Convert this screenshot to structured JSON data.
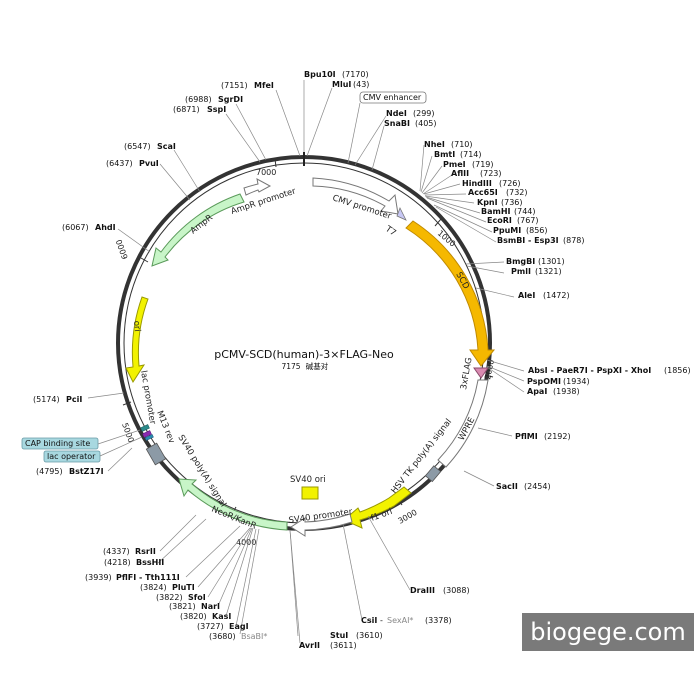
{
  "plasmid": {
    "name": "pCMV-SCD(human)-3×FLAG-Neo",
    "size": "7175",
    "size_unit": "碱基对"
  },
  "ticks": [
    "1000",
    "2000",
    "3000",
    "4000",
    "5000",
    "6000",
    "7000"
  ],
  "features": {
    "cmv_enhancer": "CMV enhancer",
    "cmv_promoter": "CMV promoter",
    "t7": "T7",
    "scd": "SCD",
    "flag": "3xFLAG",
    "wpre": "WPRE",
    "hsv_tk": "HSV TK poly(A) signal",
    "f1_ori": "f1 ori",
    "sv40_promoter": "SV40 promoter",
    "sv40_ori": "SV40 ori",
    "neo": "NeoR/KanR",
    "sv40_polya": "SV40 poly(A) signal",
    "m13_rev": "M13 rev",
    "lac_promoter": "lac promoter",
    "cap_site": "CAP binding site",
    "lac_operator": "lac operator",
    "ori": "ori",
    "ampr": "AmpR",
    "ampr_promoter": "AmpR promoter"
  },
  "sites": {
    "bpu10i": {
      "name": "Bpu10I",
      "pos": "(7170)"
    },
    "mlui": {
      "name": "MluI",
      "pos": "(43)"
    },
    "mfei": {
      "name": "MfeI",
      "pos": "(7151)"
    },
    "sgrdi": {
      "name": "SgrDI",
      "pos": "(6988)"
    },
    "sspi": {
      "name": "SspI",
      "pos": "(6871)"
    },
    "ndei": {
      "name": "NdeI",
      "pos": "(299)"
    },
    "snabi": {
      "name": "SnaBI",
      "pos": "(405)"
    },
    "scai": {
      "name": "ScaI",
      "pos": "(6547)"
    },
    "pvui": {
      "name": "PvuI",
      "pos": "(6437)"
    },
    "nhei": {
      "name": "NheI",
      "pos": "(710)"
    },
    "bmti": {
      "name": "BmtI",
      "pos": "(714)"
    },
    "pmei": {
      "name": "PmeI",
      "pos": "(719)"
    },
    "aflii": {
      "name": "AflII",
      "pos": "(723)"
    },
    "hindiii": {
      "name": "HindIII",
      "pos": "(726)"
    },
    "acc65i": {
      "name": "Acc65I",
      "pos": "(732)"
    },
    "kpni": {
      "name": "KpnI",
      "pos": "(736)"
    },
    "bamhi": {
      "name": "BamHI",
      "pos": "(744)"
    },
    "ecori": {
      "name": "EcoRI",
      "pos": "(767)"
    },
    "ppumi": {
      "name": "PpuMI",
      "pos": "(856)"
    },
    "bsmbi": {
      "name": "BsmBI - Esp3I",
      "pos": "(878)"
    },
    "ahdi": {
      "name": "AhdI",
      "pos": "(6067)"
    },
    "bmgbi": {
      "name": "BmgBI",
      "pos": "(1301)"
    },
    "pmli": {
      "name": "PmlI",
      "pos": "(1321)"
    },
    "alei": {
      "name": "AleI",
      "pos": "(1472)"
    },
    "absi": {
      "name": "AbsI - PaeR7I - PspXI - XhoI",
      "pos": "(1856)"
    },
    "pspomi": {
      "name": "PspOMI",
      "pos": "(1934)"
    },
    "apai": {
      "name": "ApaI",
      "pos": "(1938)"
    },
    "pcii": {
      "name": "PciI",
      "pos": "(5174)"
    },
    "pflmi": {
      "name": "PflMI",
      "pos": "(2192)"
    },
    "bstz17i": {
      "name": "BstZ17I",
      "pos": "(4795)"
    },
    "sacii": {
      "name": "SacII",
      "pos": "(2454)"
    },
    "rsrii": {
      "name": "RsrII",
      "pos": "(4337)"
    },
    "bsshii": {
      "name": "BssHII",
      "pos": "(4218)"
    },
    "pflfi": {
      "name": "PflFI - Tth111I",
      "pos": "(3939)"
    },
    "pluti": {
      "name": "PluTI",
      "pos": "(3824)"
    },
    "sfoi": {
      "name": "SfoI",
      "pos": "(3822)"
    },
    "nari": {
      "name": "NarI",
      "pos": "(3821)"
    },
    "kasi": {
      "name": "KasI",
      "pos": "(3820)"
    },
    "eagi": {
      "name": "EagI",
      "pos": "(3727)"
    },
    "bsabi": {
      "name": "BsaBI*",
      "pos": "(3680)"
    },
    "dralii": {
      "name": "DraIII",
      "pos": "(3088)"
    },
    "csii": {
      "name": "CsiI",
      "pos": "(3378)"
    },
    "sexai": {
      "name": "SexAI*",
      "pos": ""
    },
    "stui": {
      "name": "StuI",
      "pos": "(3610)"
    },
    "avrii": {
      "name": "AvrII",
      "pos": "(3611)"
    }
  },
  "watermark": "biogege.com",
  "colors": {
    "backbone": "#333333",
    "scd": "#f5b800",
    "yellow": "#f2f200",
    "green": "#c8f5c8",
    "white_feature": "#ffffff",
    "flag": "#d98ab0",
    "gray_feature": "#8c9aa6",
    "cap_box": "#a8d8e0"
  }
}
